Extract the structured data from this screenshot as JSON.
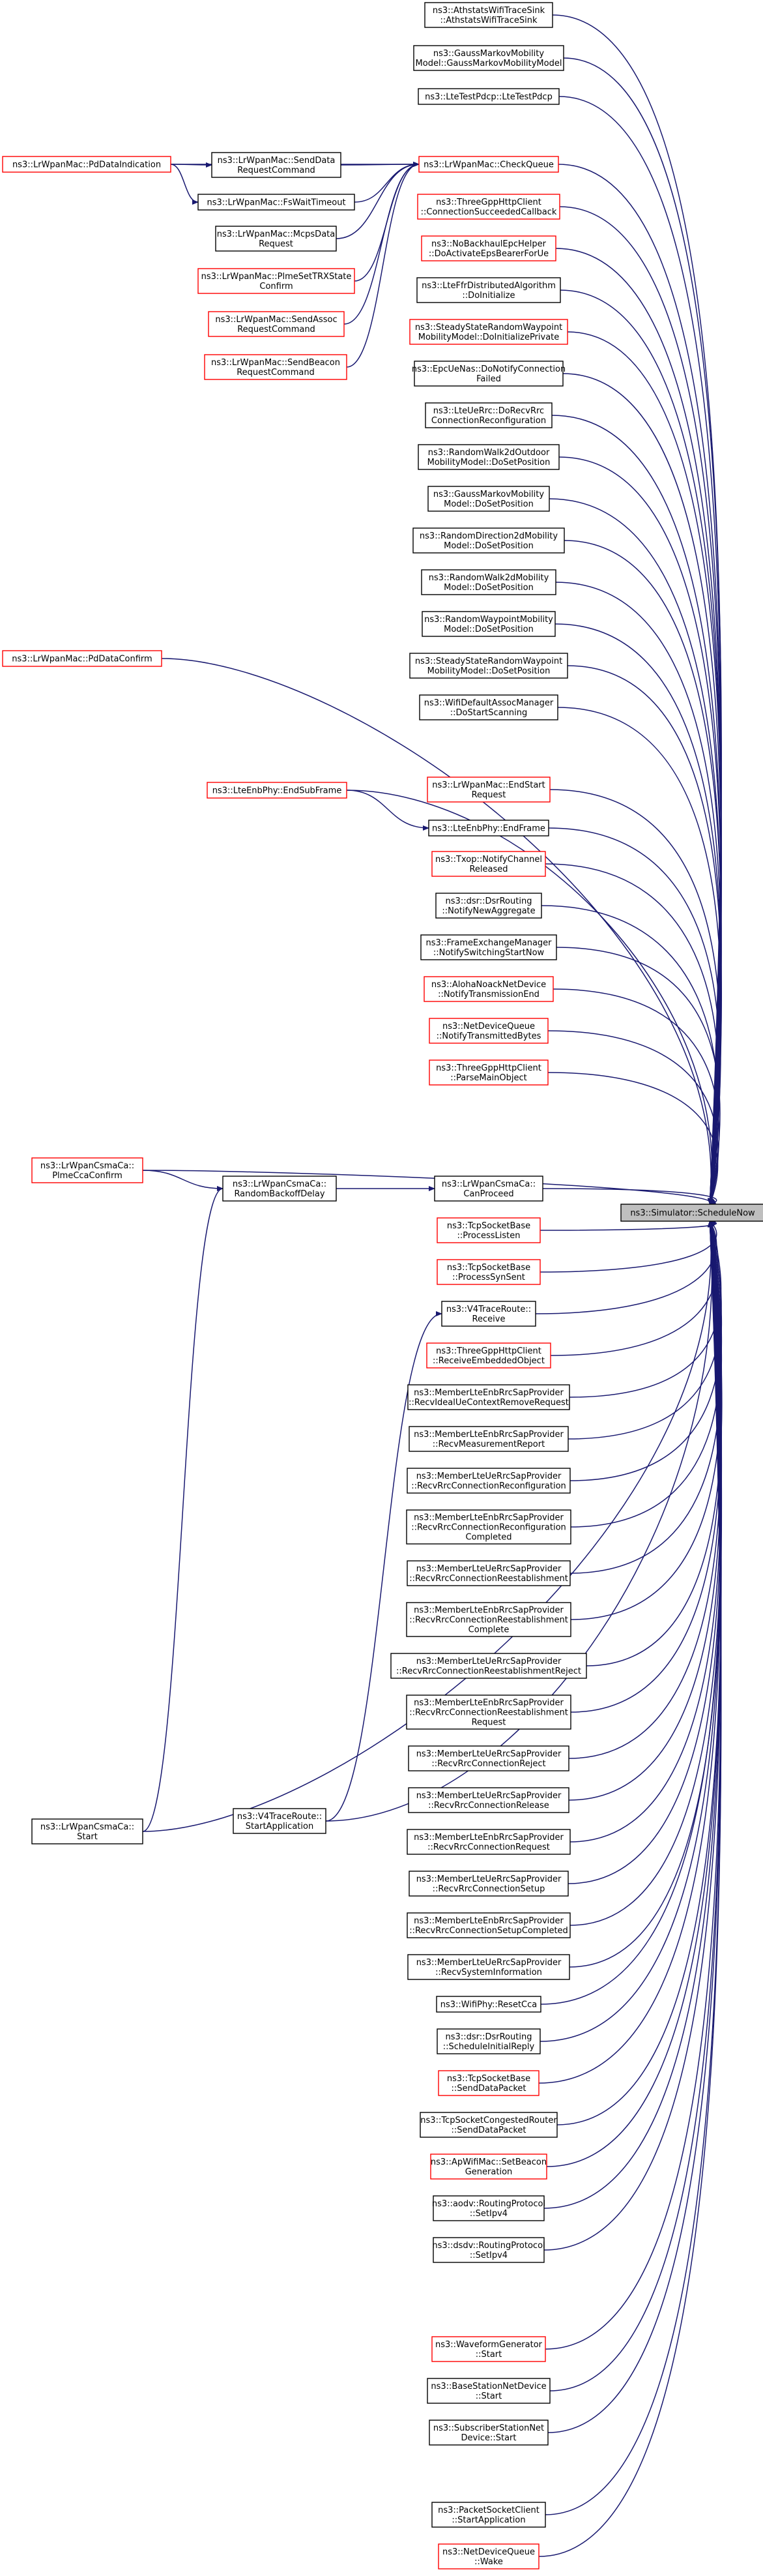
{
  "colors": {
    "edge": "#191970",
    "border_black": "#000000",
    "border_red": "#ff0000",
    "root_fill": "#bfbfbf",
    "node_fill": "#ffffff"
  },
  "root": "sched",
  "nodes": {
    "sched": {
      "lines": [
        "ns3::Simulator::ScheduleNow"
      ],
      "style": "root"
    },
    "wsink": {
      "lines": [
        "ns3::AthstatsWifiTraceSink",
        "::AthstatsWifiTraceSink"
      ],
      "style": "black"
    },
    "gmm": {
      "lines": [
        "ns3::GaussMarkovMobility",
        "Model::GaussMarkovMobilityModel"
      ],
      "style": "black"
    },
    "ltepd": {
      "lines": [
        "ns3::LteTestPdcp::LteTestPdcp"
      ],
      "style": "black"
    },
    "pdind": {
      "lines": [
        "ns3::LrWpanMac::PdDataIndication"
      ],
      "style": "red"
    },
    "sdreq": {
      "lines": [
        "ns3::LrWpanMac::SendData",
        "RequestCommand"
      ],
      "style": "black"
    },
    "fswait": {
      "lines": [
        "ns3::LrWpanMac::FsWaitTimeout"
      ],
      "style": "black"
    },
    "mcps": {
      "lines": [
        "ns3::LrWpanMac::McpsData",
        "Request"
      ],
      "style": "black"
    },
    "plme": {
      "lines": [
        "ns3::LrWpanMac::PlmeSetTRXState",
        "Confirm"
      ],
      "style": "red"
    },
    "sassoc": {
      "lines": [
        "ns3::LrWpanMac::SendAssoc",
        "RequestCommand"
      ],
      "style": "red"
    },
    "sbeacon": {
      "lines": [
        "ns3::LrWpanMac::SendBeacon",
        "RequestCommand"
      ],
      "style": "red"
    },
    "chkq": {
      "lines": [
        "ns3::LrWpanMac::CheckQueue"
      ],
      "style": "red"
    },
    "conn": {
      "lines": [
        "ns3::ThreeGppHttpClient",
        "::ConnectionSucceededCallback"
      ],
      "style": "red"
    },
    "nobh": {
      "lines": [
        "ns3::NoBackhaulEpcHelper",
        "::DoActivateEpsBearerForUe"
      ],
      "style": "red"
    },
    "ltefr": {
      "lines": [
        "ns3::LteFfrDistributedAlgorithm",
        "::DoInitialize"
      ],
      "style": "black"
    },
    "sswm": {
      "lines": [
        "ns3::SteadyStateRandomWaypoint",
        "MobilityModel::DoInitializePrivate"
      ],
      "style": "red"
    },
    "epcue": {
      "lines": [
        "ns3::EpcUeNas::DoNotifyConnection",
        "Failed"
      ],
      "style": "black"
    },
    "lterrc": {
      "lines": [
        "ns3::LteUeRrc::DoRecvRrc",
        "ConnectionReconfiguration"
      ],
      "style": "black"
    },
    "rw2do": {
      "lines": [
        "ns3::RandomWalk2dOutdoor",
        "MobilityModel::DoSetPosition"
      ],
      "style": "black"
    },
    "gmmpos": {
      "lines": [
        "ns3::GaussMarkovMobility",
        "Model::DoSetPosition"
      ],
      "style": "black"
    },
    "rd2d": {
      "lines": [
        "ns3::RandomDirection2dMobility",
        "Model::DoSetPosition"
      ],
      "style": "black"
    },
    "rw2d": {
      "lines": [
        "ns3::RandomWalk2dMobility",
        "Model::DoSetPosition"
      ],
      "style": "black"
    },
    "rwp": {
      "lines": [
        "ns3::RandomWaypointMobility",
        "Model::DoSetPosition"
      ],
      "style": "black"
    },
    "sswpos": {
      "lines": [
        "ns3::SteadyStateRandomWaypoint",
        "MobilityModel::DoSetPosition"
      ],
      "style": "black"
    },
    "wifida": {
      "lines": [
        "ns3::WifiDefaultAssocManager",
        "::DoStartScanning"
      ],
      "style": "black"
    },
    "endsub": {
      "lines": [
        "ns3::LteEnbPhy::EndSubFrame"
      ],
      "style": "red"
    },
    "endst": {
      "lines": [
        "ns3::LrWpanMac::EndStart",
        "Request"
      ],
      "style": "red"
    },
    "endfr": {
      "lines": [
        "ns3::LteEnbPhy::EndFrame"
      ],
      "style": "black"
    },
    "txop": {
      "lines": [
        "ns3::Txop::NotifyChannel",
        "Released"
      ],
      "style": "red"
    },
    "dsr": {
      "lines": [
        "ns3::dsr::DsrRouting",
        "::NotifyNewAggregate"
      ],
      "style": "black"
    },
    "fem": {
      "lines": [
        "ns3::FrameExchangeManager",
        "::NotifySwitchingStartNow"
      ],
      "style": "black"
    },
    "aloha": {
      "lines": [
        "ns3::AlohaNoackNetDevice",
        "::NotifyTransmissionEnd"
      ],
      "style": "red"
    },
    "ndq": {
      "lines": [
        "ns3::NetDeviceQueue",
        "::NotifyTransmittedBytes"
      ],
      "style": "red"
    },
    "tgpm": {
      "lines": [
        "ns3::ThreeGppHttpClient",
        "::ParseMainObject"
      ],
      "style": "red"
    },
    "plmecc": {
      "lines": [
        "ns3::LrWpanCsmaCa::",
        "PlmeCcaConfirm"
      ],
      "style": "red"
    },
    "rbd": {
      "lines": [
        "ns3::LrWpanCsmaCa::",
        "RandomBackoffDelay"
      ],
      "style": "black"
    },
    "canpr": {
      "lines": [
        "ns3::LrWpanCsmaCa::",
        "CanProceed"
      ],
      "style": "black"
    },
    "tcpl": {
      "lines": [
        "ns3::TcpSocketBase",
        "::ProcessListen"
      ],
      "style": "red"
    },
    "tcpss": {
      "lines": [
        "ns3::TcpSocketBase",
        "::ProcessSynSent"
      ],
      "style": "red"
    },
    "v4r": {
      "lines": [
        "ns3::V4TraceRoute::",
        "Receive"
      ],
      "style": "black"
    },
    "tgre": {
      "lines": [
        "ns3::ThreeGppHttpClient",
        "::ReceiveEmbeddedObject"
      ],
      "style": "red"
    },
    "m1": {
      "lines": [
        "ns3::MemberLteEnbRrcSapProvider",
        "::RecvIdealUeContextRemoveRequest"
      ],
      "style": "black"
    },
    "m2": {
      "lines": [
        "ns3::MemberLteEnbRrcSapProvider",
        "::RecvMeasurementReport"
      ],
      "style": "black"
    },
    "m3": {
      "lines": [
        "ns3::MemberLteUeRrcSapProvider",
        "::RecvRrcConnectionReconfiguration"
      ],
      "style": "black"
    },
    "m4": {
      "lines": [
        "ns3::MemberLteEnbRrcSapProvider",
        "::RecvRrcConnectionReconfiguration",
        "Completed"
      ],
      "style": "black"
    },
    "m5": {
      "lines": [
        "ns3::MemberLteUeRrcSapProvider",
        "::RecvRrcConnectionReestablishment"
      ],
      "style": "black"
    },
    "m6": {
      "lines": [
        "ns3::MemberLteEnbRrcSapProvider",
        "::RecvRrcConnectionReestablishment",
        "Complete"
      ],
      "style": "black"
    },
    "m7": {
      "lines": [
        "ns3::MemberLteUeRrcSapProvider",
        "::RecvRrcConnectionReestablishmentReject"
      ],
      "style": "black"
    },
    "m8": {
      "lines": [
        "ns3::MemberLteEnbRrcSapProvider",
        "::RecvRrcConnectionReestablishment",
        "Request"
      ],
      "style": "black"
    },
    "m9": {
      "lines": [
        "ns3::MemberLteUeRrcSapProvider",
        "::RecvRrcConnectionReject"
      ],
      "style": "black"
    },
    "m10": {
      "lines": [
        "ns3::MemberLteUeRrcSapProvider",
        "::RecvRrcConnectionRelease"
      ],
      "style": "black"
    },
    "m11": {
      "lines": [
        "ns3::MemberLteEnbRrcSapProvider",
        "::RecvRrcConnectionRequest"
      ],
      "style": "black"
    },
    "m12": {
      "lines": [
        "ns3::MemberLteUeRrcSapProvider",
        "::RecvRrcConnectionSetup"
      ],
      "style": "black"
    },
    "m13": {
      "lines": [
        "ns3::MemberLteEnbRrcSapProvider",
        "::RecvRrcConnectionSetupCompleted"
      ],
      "style": "black"
    },
    "m14": {
      "lines": [
        "ns3::MemberLteUeRrcSapProvider",
        "::RecvSystemInformation"
      ],
      "style": "black"
    },
    "wifirc": {
      "lines": [
        "ns3::WifiPhy::ResetCca"
      ],
      "style": "black"
    },
    "dsrsir": {
      "lines": [
        "ns3::dsr::DsrRouting",
        "::ScheduleInitialReply"
      ],
      "style": "black"
    },
    "tcpsdp": {
      "lines": [
        "ns3::TcpSocketBase",
        "::SendDataPacket"
      ],
      "style": "red"
    },
    "tcpcr": {
      "lines": [
        "ns3::TcpSocketCongestedRouter",
        "::SendDataPacket"
      ],
      "style": "black"
    },
    "apwm": {
      "lines": [
        "ns3::ApWifiMac::SetBeacon",
        "Generation"
      ],
      "style": "red"
    },
    "aodv": {
      "lines": [
        "ns3::aodv::RoutingProtocol",
        "::SetIpv4"
      ],
      "style": "black"
    },
    "dsdv": {
      "lines": [
        "ns3::dsdv::RoutingProtocol",
        "::SetIpv4"
      ],
      "style": "black"
    },
    "csmast": {
      "lines": [
        "ns3::LrWpanCsmaCa::",
        "Start"
      ],
      "style": "black"
    },
    "v4start": {
      "lines": [
        "ns3::V4TraceRoute::",
        "StartApplication"
      ],
      "style": "black"
    },
    "wfg": {
      "lines": [
        "ns3::WaveformGenerator",
        "::Start"
      ],
      "style": "red"
    },
    "bsnd": {
      "lines": [
        "ns3::BaseStationNetDevice",
        "::Start"
      ],
      "style": "black"
    },
    "ssnd": {
      "lines": [
        "ns3::SubscriberStationNet",
        "Device::Start"
      ],
      "style": "black"
    },
    "pscl": {
      "lines": [
        "ns3::PacketSocketClient",
        "::StartApplication"
      ],
      "style": "black"
    },
    "ndqw": {
      "lines": [
        "ns3::NetDeviceQueue",
        "::Wake"
      ],
      "style": "red"
    }
  },
  "edges": [
    [
      "sdreq",
      "chkq"
    ],
    [
      "fswait",
      "chkq"
    ],
    [
      "mcps",
      "chkq"
    ],
    [
      "plme",
      "chkq"
    ],
    [
      "sassoc",
      "chkq"
    ],
    [
      "sbeacon",
      "chkq"
    ],
    [
      "pdind",
      "sdreq"
    ],
    [
      "pdind",
      "fswait"
    ],
    [
      "pdind",
      "chkq"
    ],
    [
      "endsub",
      "endfr"
    ],
    [
      "plmecc",
      "rbd"
    ],
    [
      "rbd",
      "canpr"
    ],
    [
      "csmast",
      "rbd"
    ],
    [
      "v4start",
      "v4r"
    ],
    [
      "wsink",
      "sched"
    ],
    [
      "gmm",
      "sched"
    ],
    [
      "ltepd",
      "sched"
    ],
    [
      "chkq",
      "sched"
    ],
    [
      "conn",
      "sched"
    ],
    [
      "nobh",
      "sched"
    ],
    [
      "ltefr",
      "sched"
    ],
    [
      "sswm",
      "sched"
    ],
    [
      "epcue",
      "sched"
    ],
    [
      "lterrc",
      "sched"
    ],
    [
      "rw2do",
      "sched"
    ],
    [
      "gmmpos",
      "sched"
    ],
    [
      "rd2d",
      "sched"
    ],
    [
      "rw2d",
      "sched"
    ],
    [
      "rwp",
      "sched"
    ],
    [
      "sswpos",
      "sched"
    ],
    [
      "wifida",
      "sched"
    ],
    [
      "endsub",
      "sched"
    ],
    [
      "endst",
      "sched"
    ],
    [
      "endfr",
      "sched"
    ],
    [
      "txop",
      "sched"
    ],
    [
      "dsr",
      "sched"
    ],
    [
      "fem",
      "sched"
    ],
    [
      "aloha",
      "sched"
    ],
    [
      "ndq",
      "sched"
    ],
    [
      "tgpm",
      "sched"
    ],
    [
      "plmecc",
      "sched"
    ],
    [
      "canpr",
      "sched"
    ],
    [
      "tcpl",
      "sched"
    ],
    [
      "tcpss",
      "sched"
    ],
    [
      "v4r",
      "sched"
    ],
    [
      "tgre",
      "sched"
    ],
    [
      "m1",
      "sched"
    ],
    [
      "m2",
      "sched"
    ],
    [
      "m3",
      "sched"
    ],
    [
      "m4",
      "sched"
    ],
    [
      "m5",
      "sched"
    ],
    [
      "m6",
      "sched"
    ],
    [
      "m7",
      "sched"
    ],
    [
      "m8",
      "sched"
    ],
    [
      "m9",
      "sched"
    ],
    [
      "m10",
      "sched"
    ],
    [
      "m11",
      "sched"
    ],
    [
      "m12",
      "sched"
    ],
    [
      "m13",
      "sched"
    ],
    [
      "m14",
      "sched"
    ],
    [
      "wifirc",
      "sched"
    ],
    [
      "dsrsir",
      "sched"
    ],
    [
      "tcpsdp",
      "sched"
    ],
    [
      "tcpcr",
      "sched"
    ],
    [
      "apwm",
      "sched"
    ],
    [
      "aodv",
      "sched"
    ],
    [
      "dsdv",
      "sched"
    ],
    [
      "pdconf",
      "sched"
    ],
    [
      "csmast",
      "sched"
    ],
    [
      "v4start",
      "sched"
    ],
    [
      "wfg",
      "sched"
    ],
    [
      "bsnd",
      "sched"
    ],
    [
      "ssnd",
      "sched"
    ],
    [
      "pscl",
      "sched"
    ],
    [
      "ndqw",
      "sched"
    ]
  ],
  "extra_nodes": {
    "pdconf": {
      "lines": [
        "ns3::LrWpanMac::PdDataConfirm"
      ],
      "style": "red"
    }
  }
}
